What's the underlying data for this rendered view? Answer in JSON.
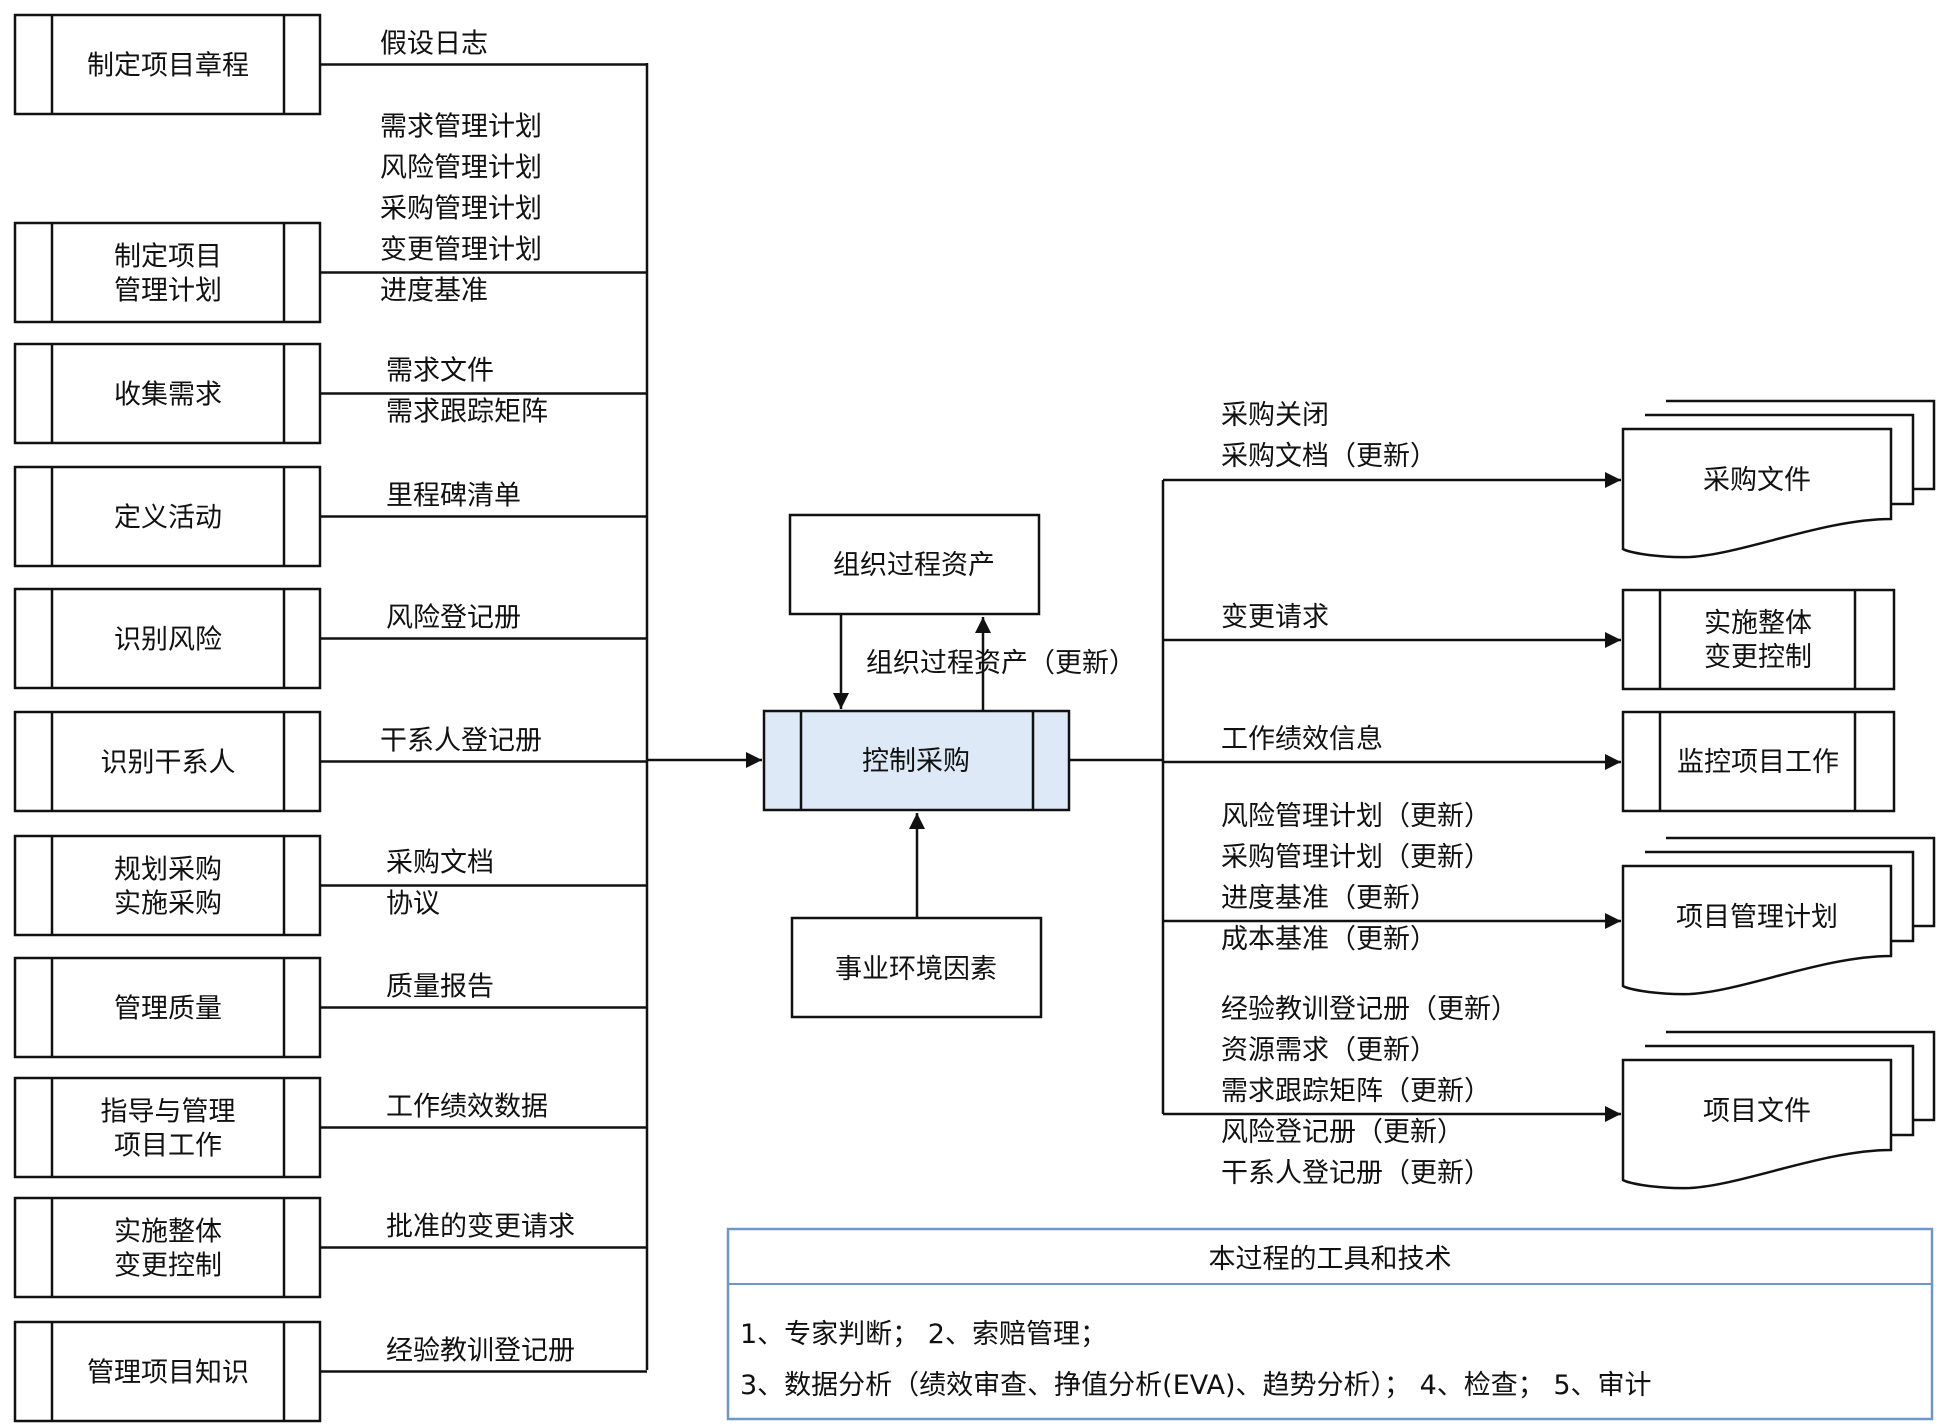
{
  "title": "控制采购",
  "colors": {
    "process_fill": "#dde9f6",
    "line": "#111111",
    "tools_border": "#6d97c6"
  },
  "center_process": {
    "label": "控制采购"
  },
  "org_assets": {
    "label": "组织过程资产",
    "update_label": "组织过程资产（更新）"
  },
  "env_factors": {
    "label": "事业环境因素"
  },
  "inputs": [
    {
      "source": [
        "制定项目章程"
      ],
      "items": [
        "假设日志"
      ]
    },
    {
      "source": [
        "制定项目",
        "管理计划"
      ],
      "items": [
        "需求管理计划",
        "风险管理计划",
        "采购管理计划",
        "变更管理计划",
        "进度基准"
      ]
    },
    {
      "source": [
        "收集需求"
      ],
      "items": [
        "需求文件",
        "需求跟踪矩阵"
      ]
    },
    {
      "source": [
        "定义活动"
      ],
      "items": [
        "里程碑清单"
      ]
    },
    {
      "source": [
        "识别风险"
      ],
      "items": [
        "风险登记册"
      ]
    },
    {
      "source": [
        "识别干系人"
      ],
      "items": [
        "干系人登记册"
      ]
    },
    {
      "source": [
        "规划采购",
        "实施采购"
      ],
      "items": [
        "采购文档",
        "协议"
      ]
    },
    {
      "source": [
        "管理质量"
      ],
      "items": [
        "质量报告"
      ]
    },
    {
      "source": [
        "指导与管理",
        "项目工作"
      ],
      "items": [
        "工作绩效数据"
      ]
    },
    {
      "source": [
        "实施整体",
        "变更控制"
      ],
      "items": [
        "批准的变更请求"
      ]
    },
    {
      "source": [
        "管理项目知识"
      ],
      "items": [
        "经验教训登记册"
      ]
    }
  ],
  "outputs": [
    {
      "items": [
        "采购关闭",
        "采购文档（更新）"
      ],
      "target": [
        "采购文件"
      ],
      "target_type": "document"
    },
    {
      "items": [
        "变更请求"
      ],
      "target": [
        "实施整体",
        "变更控制"
      ],
      "target_type": "process"
    },
    {
      "items": [
        "工作绩效信息"
      ],
      "target": [
        "监控项目工作"
      ],
      "target_type": "process"
    },
    {
      "items": [
        "风险管理计划（更新）",
        "采购管理计划（更新）",
        "进度基准（更新）",
        "成本基准（更新）"
      ],
      "target": [
        "项目管理计划"
      ],
      "target_type": "document"
    },
    {
      "items": [
        "经验教训登记册（更新）",
        "资源需求（更新）",
        "需求跟踪矩阵（更新）",
        "风险登记册（更新）",
        "干系人登记册（更新）"
      ],
      "target": [
        "项目文件"
      ],
      "target_type": "document"
    }
  ],
  "tools": {
    "header": "本过程的工具和技术",
    "lines": [
      "1、专家判断； 2、索赔管理；",
      "3、数据分析（绩效审查、挣值分析(EVA)、趋势分析）； 4、检查； 5、审计"
    ]
  }
}
